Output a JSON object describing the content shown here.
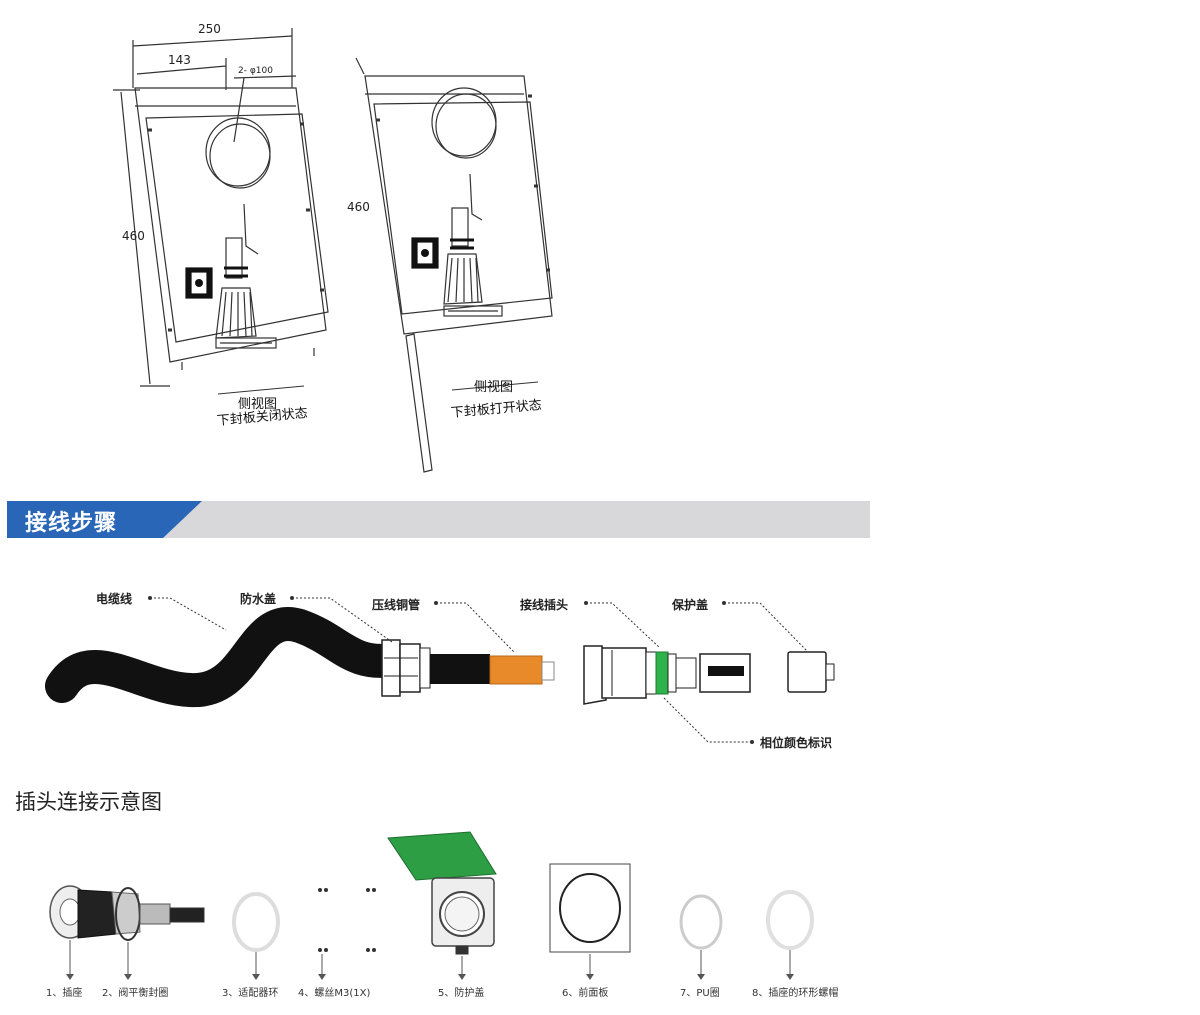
{
  "side_view_closed": {
    "dim_width": "250",
    "dim_offset": "143",
    "dim_hole": "2- φ100",
    "dim_height": "460",
    "caption_top": "侧视图",
    "caption_bottom": "下封板关闭状态"
  },
  "side_view_open": {
    "dim_height": "460",
    "caption_top": "侧视图",
    "caption_bottom": "下封板打开状态"
  },
  "section": {
    "title": "接线步骤"
  },
  "wiring": {
    "labels": {
      "cable": "电缆线",
      "waterproof_cap": "防水盖",
      "crimp_tube": "压线铜管",
      "plug_connector": "接线插头",
      "protective_cap": "保护盖",
      "phase_color": "相位颜色标识"
    },
    "colors": {
      "cable": "#111111",
      "crimp_tube": "#e88a2a",
      "phase_band": "#2db34a"
    }
  },
  "plug_section": {
    "title": "插头连接示意图",
    "parts": [
      "1、插座",
      "2、阀平衡封圈",
      "3、适配器环",
      "4、螺丝M3(1X)",
      "5、防护盖",
      "6、前面板",
      "7、PU圈",
      "8、插座的环形螺帽"
    ],
    "colors": {
      "lid": "#2e9e44"
    }
  }
}
